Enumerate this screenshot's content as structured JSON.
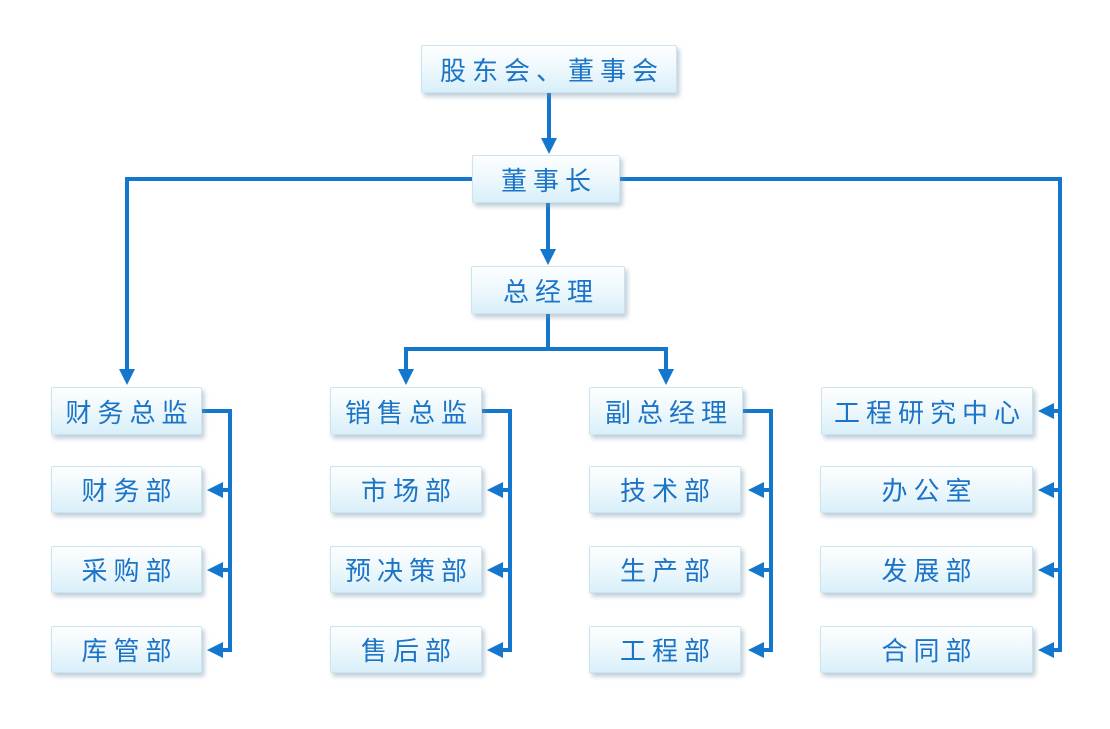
{
  "chart_title": "",
  "colors": {
    "connector_line": "#1377cd",
    "box_text": "#1b74c6",
    "box_fill_top": "#fdfeff",
    "box_fill_bottom": "#d8effa",
    "box_border": "#cfe3ec"
  },
  "nodes": {
    "shareholders": "股东会、董事会",
    "chairman": "董事长",
    "general_manager": "总经理"
  },
  "columns": [
    {
      "head": "财务总监",
      "children": [
        "财务部",
        "采购部",
        "库管部"
      ]
    },
    {
      "head": "销售总监",
      "children": [
        "市场部",
        "预决策部",
        "售后部"
      ]
    },
    {
      "head": "副总经理",
      "children": [
        "技术部",
        "生产部",
        "工程部"
      ]
    },
    {
      "head": "工程研究中心",
      "children": [
        "办公室",
        "发展部",
        "合同部"
      ]
    }
  ]
}
